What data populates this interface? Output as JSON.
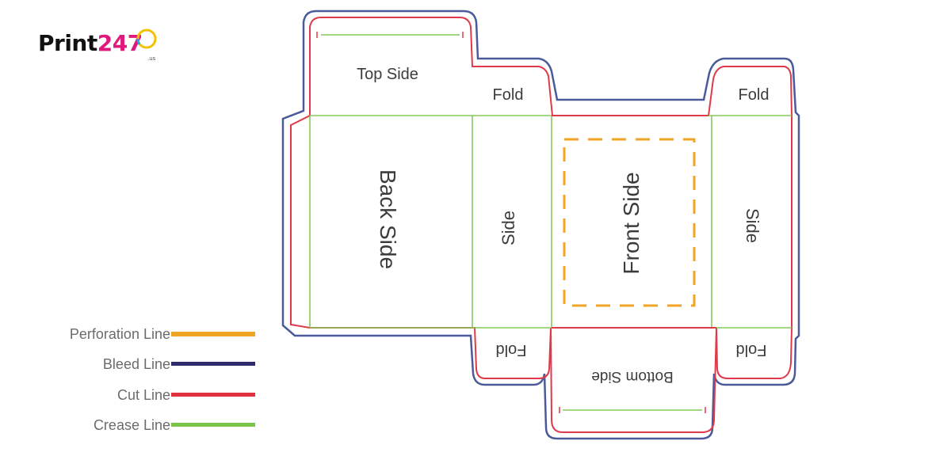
{
  "logo": {
    "brand_part1": "Print",
    "brand_part2": "247",
    "suffix": ".us"
  },
  "panels": {
    "top_side": "Top Side",
    "back_side": "Back Side",
    "side_left": "Side",
    "front_side": "Front Side",
    "side_right": "Side",
    "fold_top_left": "Fold",
    "fold_top_right": "Fold",
    "fold_bottom_left": "Fold",
    "fold_bottom_right": "Fold",
    "bottom_side": "Bottom Side"
  },
  "legend": [
    {
      "label": "Perforation Line",
      "color": "#f0a526"
    },
    {
      "label": "Bleed Line",
      "color": "#2e2a6b"
    },
    {
      "label": "Cut Line",
      "color": "#e03040"
    },
    {
      "label": "Crease Line",
      "color": "#7bc44a"
    }
  ],
  "colors": {
    "perforation": "#f0a526",
    "bleed": "#4b5a9a",
    "cut": "#e03a4a",
    "crease": "#86c75a"
  }
}
